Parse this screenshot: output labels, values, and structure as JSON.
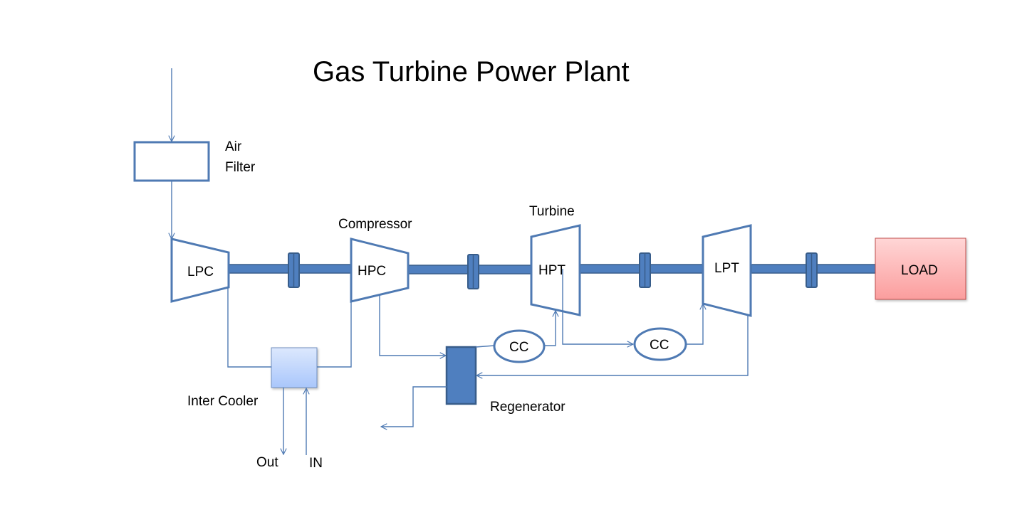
{
  "title": "Gas Turbine Power Plant",
  "colors": {
    "line": "#4f7ab3",
    "shaft": "#4f7fbf",
    "shaft_border": "#385d8a",
    "regenerator": "#4f7fbf",
    "intercooler_top": "#dce8fd",
    "intercooler_bottom": "#a9c6fb",
    "load_top": "#ffd6d6",
    "load_bottom": "#fb9d9d",
    "load_border": "#c0504d"
  },
  "components": {
    "air_filter": {
      "label_line1": "Air",
      "label_line2": "Filter"
    },
    "lpc": {
      "label": "LPC"
    },
    "hpc": {
      "label": "HPC"
    },
    "compressor_group": {
      "label": "Compressor"
    },
    "hpt": {
      "label": "HPT"
    },
    "turbine_group": {
      "label": "Turbine"
    },
    "lpt": {
      "label": "LPT"
    },
    "load": {
      "label": "LOAD"
    },
    "cc1": {
      "label": "CC"
    },
    "cc2": {
      "label": "CC"
    },
    "intercooler": {
      "label": "Inter Cooler"
    },
    "regenerator": {
      "label": "Regenerator"
    },
    "coolant_out": {
      "label": "Out"
    },
    "coolant_in": {
      "label": "IN"
    }
  }
}
